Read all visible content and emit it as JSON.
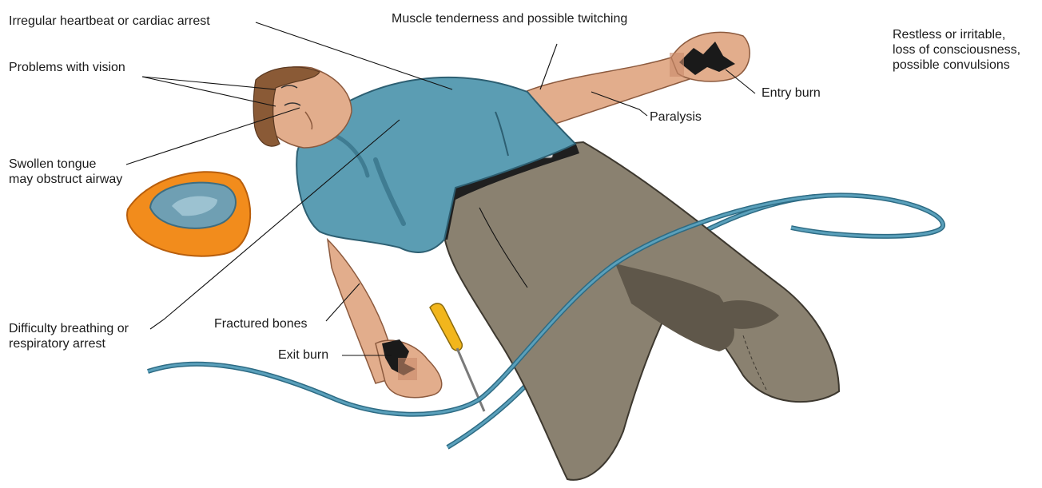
{
  "labels": {
    "irregular_heartbeat": "Irregular heartbeat or cardiac arrest",
    "muscle_tenderness": "Muscle tenderness and possible twitching",
    "restless": "Restless or irritable,\nloss of consciousness,\npossible convulsions",
    "problems_vision": "Problems with vision",
    "entry_burn": "Entry burn",
    "paralysis": "Paralysis",
    "swollen_tongue": "Swollen tongue\nmay obstruct airway",
    "difficulty_breathing": "Difficulty breathing or\nrespiratory arrest",
    "fractured_bones": "Fractured bones",
    "exit_burn": "Exit burn"
  },
  "colors": {
    "shirt": "#5b9db3",
    "shirt_shadow": "#3f7c92",
    "pants": "#8a8170",
    "pants_shadow": "#5f574a",
    "skin": "#e2ad8c",
    "skin_shadow": "#c98b6b",
    "hair": "#8a5a36",
    "helmet": "#f28c1c",
    "helmet_inner": "#6f9fb3",
    "cable": "#4f93ad",
    "burn": "#1a1a1a",
    "belt": "#1f1f1f",
    "screwdriver_handle": "#f2b61c"
  }
}
